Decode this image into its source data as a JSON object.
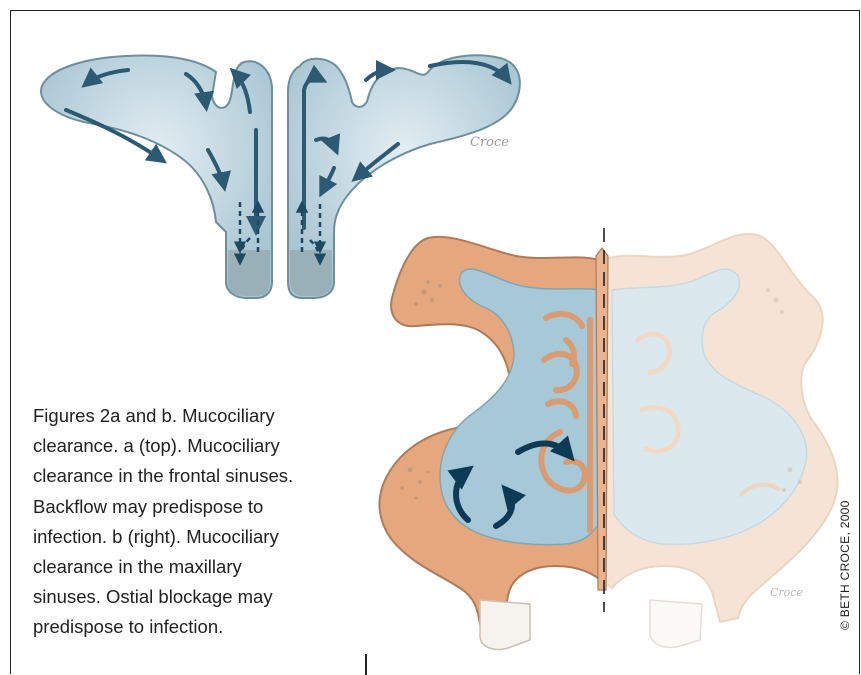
{
  "caption": {
    "line1": "Figures 2a and b.  Mucociliary",
    "line2": "clearance. a (top). Mucociliary",
    "line3": "clearance in the frontal sinuses.",
    "line4": "Backflow may predispose to",
    "line5": "infection. b (right). Mucociliary",
    "line6": "clearance in the maxillary",
    "line7": "sinuses. Ostial blockage may",
    "line8": "predispose to infection."
  },
  "credit": "© BETH CROCE, 2000",
  "signature": "Croce",
  "colors": {
    "frontal_sinus_fill": "#c9dde6",
    "frontal_sinus_outline": "#6d8e9c",
    "arrow_color": "#2b5a72",
    "bone_fill": "#e5a87e",
    "bone_outline": "#b07a58",
    "bone_pale_fill": "#f5e4d6",
    "sinus_fill": "#a7c8d6",
    "sinus_pale_fill": "#dbe9ef",
    "flow_arrow_color": "#0d3a55",
    "tooth_fill": "#f6f3ee"
  },
  "icons": [
    "curved-flow-arrow-icon",
    "dashed-flow-arrow-icon",
    "midline-dashed-line"
  ]
}
